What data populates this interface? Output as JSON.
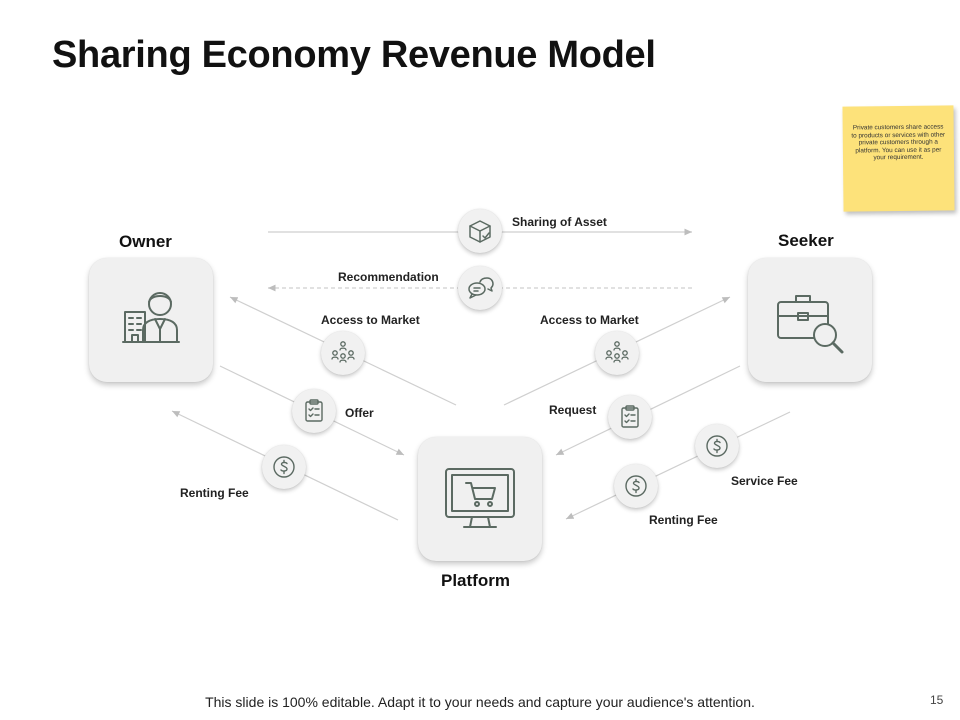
{
  "title": "Sharing Economy Revenue Model",
  "note": "Private customers share access to products or services with other private customers through a platform. You can use it as per your requirement.",
  "nodes": {
    "owner": "Owner",
    "seeker": "Seeker",
    "platform": "Platform"
  },
  "flows": {
    "sharing_of_asset": "Sharing of Asset",
    "recommendation": "Recommendation",
    "access_to_market_left": "Access  to Market",
    "access_to_market_right": "Access  to Market",
    "offer": "Offer",
    "request": "Request",
    "renting_fee_left": "Renting Fee",
    "service_fee": "Service Fee",
    "renting_fee_right": "Renting Fee"
  },
  "footer": "This slide is 100% editable. Adapt it to your needs and capture your audience's attention.",
  "page_number": "15",
  "colors": {
    "icon": "#5b6a62",
    "connector": "#c9c9c9",
    "note": "#fde27a"
  }
}
